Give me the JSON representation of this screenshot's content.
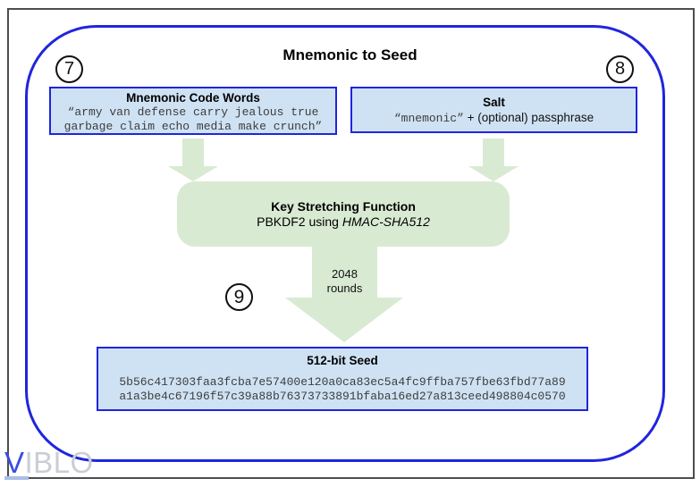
{
  "diagram": {
    "title": "Mnemonic to Seed",
    "steps": {
      "seven": "7",
      "eight": "8",
      "nine": "9"
    },
    "mnemonic_box": {
      "title": "Mnemonic Code Words",
      "words_line1": "“army van defense carry jealous true",
      "words_line2": "garbage claim echo media make crunch”"
    },
    "salt_box": {
      "title": "Salt",
      "mono_part": "“mnemonic”",
      "plus_sign": "+",
      "text_part": "(optional) passphrase"
    },
    "key_stretching_box": {
      "title": "Key Stretching Function",
      "subtitle_prefix": "PBKDF2 using ",
      "subtitle_italic": "HMAC-SHA512"
    },
    "rounds": {
      "line1": "2048",
      "line2": "rounds"
    },
    "seed_box": {
      "title": "512-bit Seed",
      "hex_line1": "5b56c417303faa3fcba7e57400e120a0ca83ec5a4fc9ffba757fbe63fbd77a89",
      "hex_line2": "a1a3be4c67196f57c39a88b76373733891bfaba16ed27a813ceed498804c0570"
    },
    "watermark": {
      "v": "V",
      "rest": "IBLO"
    }
  },
  "colors": {
    "box_fill": "#cfe2f3",
    "box_border": "#2025dd",
    "green_fill": "#d9ead3",
    "frame_gray": "#4d4d4d",
    "watermark_v": "#3a4ee0",
    "watermark_rest": "#c9ced4",
    "watermark_underline": "#a9bfe7"
  }
}
